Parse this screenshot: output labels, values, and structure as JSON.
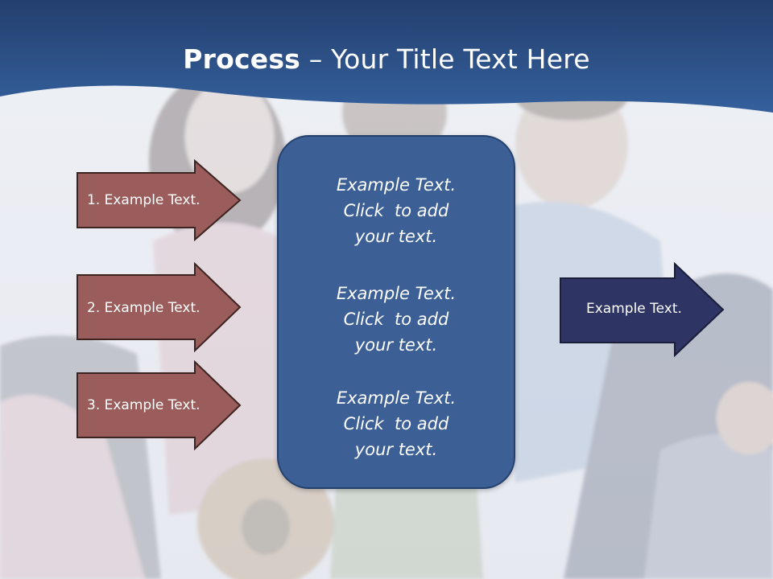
{
  "title": {
    "strong": "Process",
    "rest": " – Your Title Text Here"
  },
  "left_arrows": [
    {
      "label": "1. Example Text."
    },
    {
      "label": "2. Example Text."
    },
    {
      "label": "3. Example Text."
    }
  ],
  "center_box": {
    "blocks": [
      {
        "lines": [
          "Example Text.",
          "Click  to add",
          "your text."
        ]
      },
      {
        "lines": [
          "Example Text.",
          "Click  to add",
          "your text."
        ]
      },
      {
        "lines": [
          "Example Text.",
          "Click  to add",
          "your text."
        ]
      }
    ]
  },
  "right_arrow": {
    "label": "Example Text."
  },
  "colors": {
    "header": "#2f5a97",
    "left_arrow_fill": "#9a5d5b",
    "left_arrow_stroke": "#3e2421",
    "center_box_fill": "#3c6096",
    "right_arrow_fill": "#2e3464",
    "right_arrow_stroke": "#1a1e3a"
  }
}
